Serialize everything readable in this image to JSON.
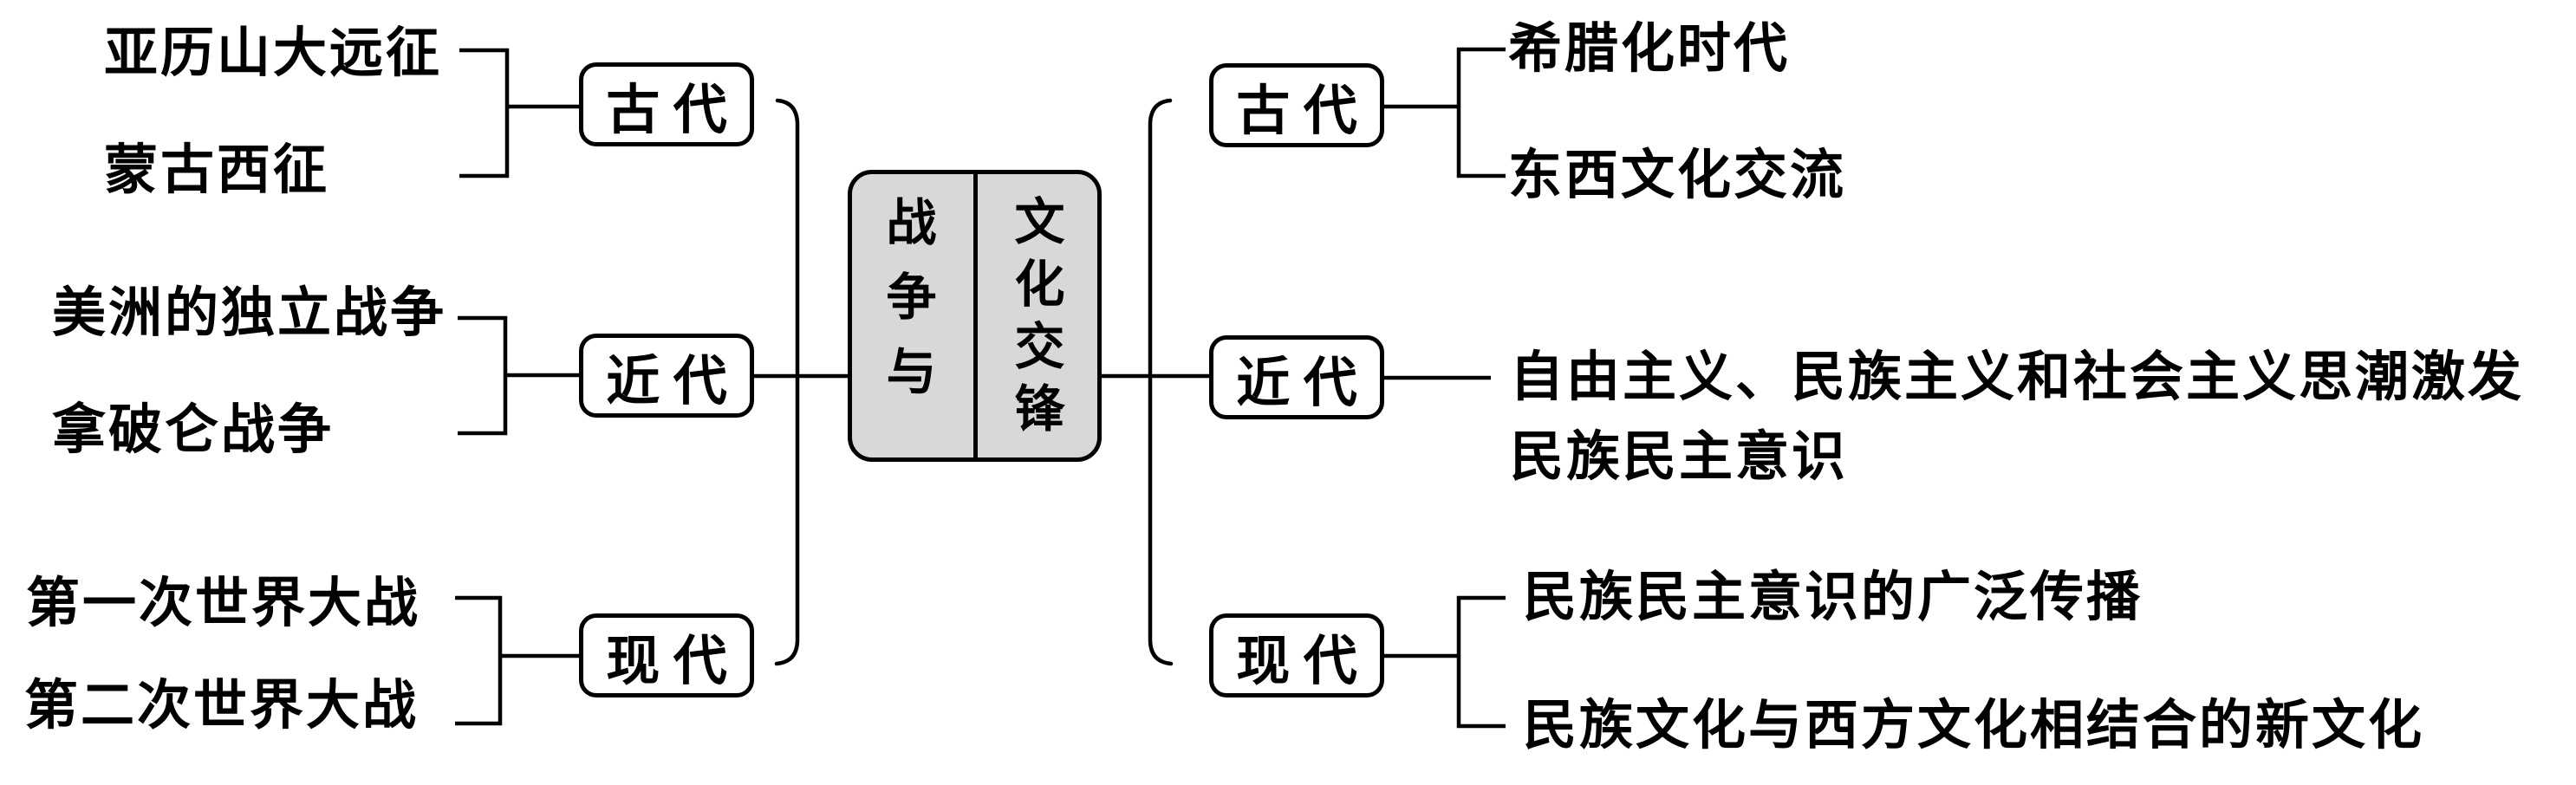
{
  "title": "战争与文化交锋",
  "center": {
    "left_column": "战\n争\n与",
    "right_column": "文\n化\n交\n锋"
  },
  "left": {
    "groups": [
      {
        "period": "古 代",
        "items": [
          "亚历山大远征",
          "蒙古西征"
        ]
      },
      {
        "period": "近 代",
        "items": [
          "美洲的独立战争",
          "拿破仑战争"
        ]
      },
      {
        "period": "现 代",
        "items": [
          "第一次世界大战",
          "第二次世界大战"
        ]
      }
    ]
  },
  "right": {
    "groups": [
      {
        "period": "古 代",
        "items": [
          "希腊化时代",
          "东西文化交流"
        ]
      },
      {
        "period": "近 代",
        "items": [
          "自由主义、民族主义和社会主义思潮激发\n民族民主意识"
        ]
      },
      {
        "period": "现 代",
        "items": [
          "民族民主意识的广泛传播",
          "民族文化与西方文化相结合的新文化"
        ]
      }
    ]
  },
  "colors": {
    "line": "#000000",
    "center_box_fill": "#d8d8d8",
    "background": "#ffffff"
  }
}
